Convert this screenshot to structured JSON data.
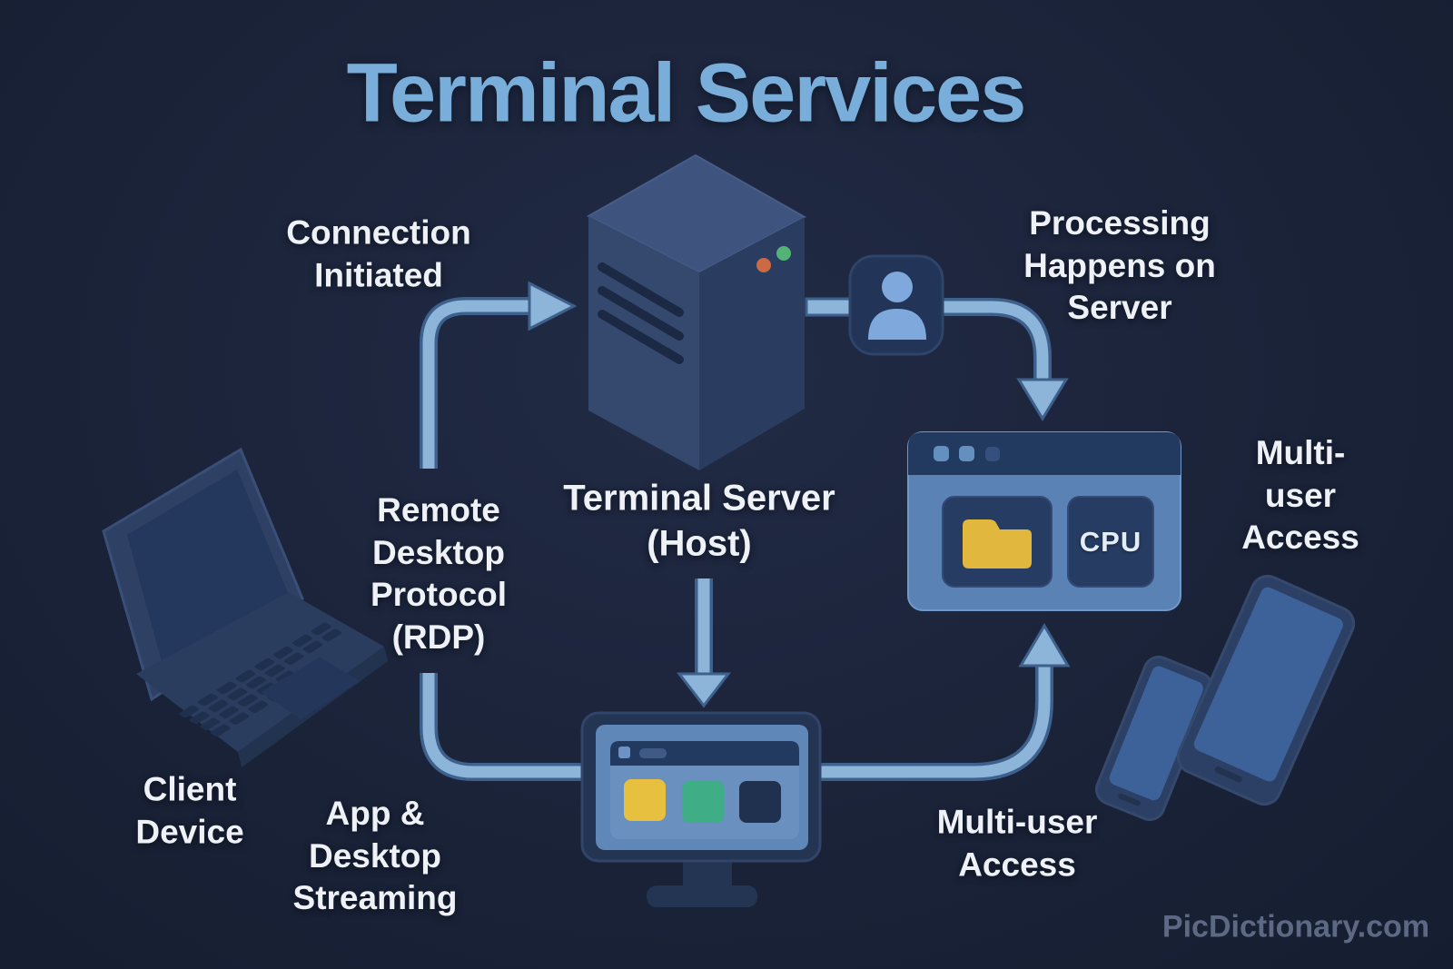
{
  "title": "Terminal Services",
  "watermark": "PicDictionary.com",
  "labels": {
    "connection_initiated": "Connection\nInitiated",
    "rdp": "Remote\nDesktop\nProtocol\n(RDP)",
    "terminal_server": "Terminal Server\n(Host)",
    "processing": "Processing\nHappens on\nServer",
    "multi_user_right": "Multi-user\nAccess",
    "multi_user_bottom": "Multi-user\nAccess",
    "client_device": "Client\nDevice",
    "app_streaming": "App &\nDesktop\nStreaming",
    "cpu": "CPU"
  },
  "icons": {
    "server-icon": "3d-server-tower",
    "user-icon": "person-session-badge",
    "session-window-icon": "app-window-with-folder-and-cpu",
    "folder-icon": "yellow-folder",
    "cpu-chip": "cpu-tile",
    "desktop-monitor-icon": "monitor-with-app-window",
    "laptop-icon": "client-laptop",
    "phone-icon": "smartphone",
    "tablet-icon": "tablet"
  },
  "colors": {
    "background": "#1b2339",
    "title": "#7aaeda",
    "label_text": "#eef2f7",
    "arrow_fill": "#8cb5d9",
    "arrow_edge": "#3d618c",
    "server_left_face": "#35496f",
    "server_top_face": "#3e547f",
    "server_right_face": "#2a3c60",
    "window_body_blue": "#5a82b4",
    "window_titlebar": "#233a60",
    "tile_navy": "#273c63",
    "folder_yellow": "#e2b73e",
    "tile_green": "#3fae87",
    "led_orange": "#cc6a43",
    "led_green": "#53b377",
    "device_navy": "#2b4064",
    "device_screen": "#3d629a",
    "watermark_text": "#5d6983"
  }
}
